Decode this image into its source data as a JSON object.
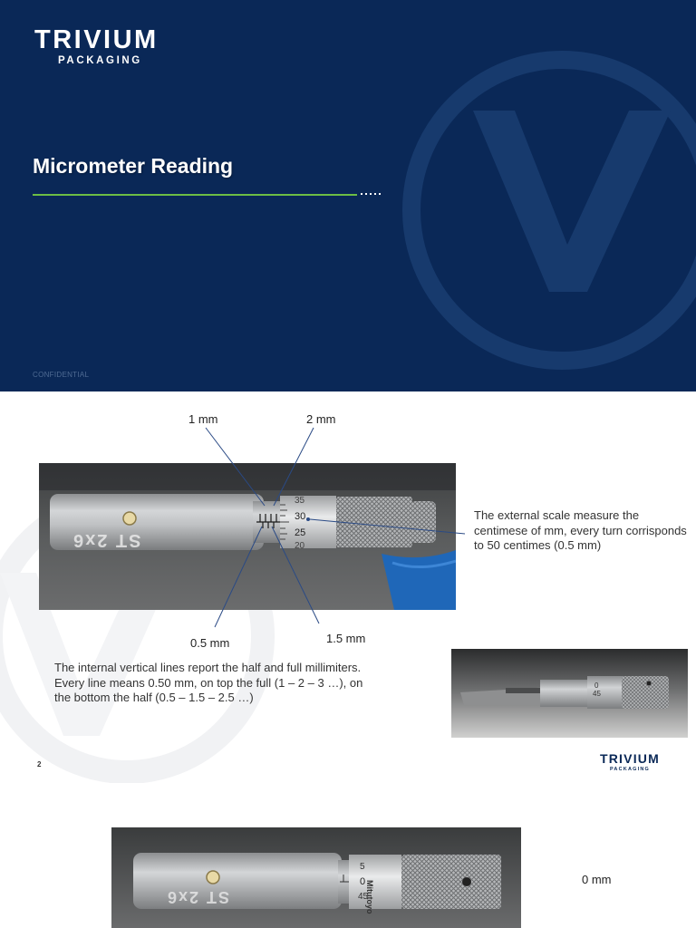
{
  "brand": {
    "name": "TRIVIUM",
    "sub": "PACKAGING"
  },
  "slide1": {
    "title": "Micrometer Reading",
    "footer": "CONFIDENTIAL"
  },
  "slide2": {
    "labels": {
      "one_mm": "1 mm",
      "two_mm": "2 mm",
      "half_mm": "0.5 mm",
      "one_half_mm": "1.5 mm"
    },
    "thimble_numbers": [
      "35",
      "30",
      "25",
      "20"
    ],
    "engraving": "ST 2x6",
    "external_text": "The external scale measure the centimese of mm, every turn corrisponds to 50 centimes (0.5 mm)",
    "internal_text": "The internal vertical lines report the half and full millimiters. Every line means 0.50 mm, on top the full (1 – 2 – 3 …), on the bottom the half (0.5 – 1.5 – 2.5 …)",
    "small_photo_numbers": [
      "0",
      "45"
    ],
    "page_number": "2"
  },
  "slide3": {
    "thimble_numbers": [
      "5",
      "0",
      "45"
    ],
    "maker": "Mitutoyo",
    "engraving": "ST 2x6",
    "reading_label": "0 mm"
  },
  "colors": {
    "navy": "#0a2857",
    "accent_green": "#6cbd45"
  }
}
